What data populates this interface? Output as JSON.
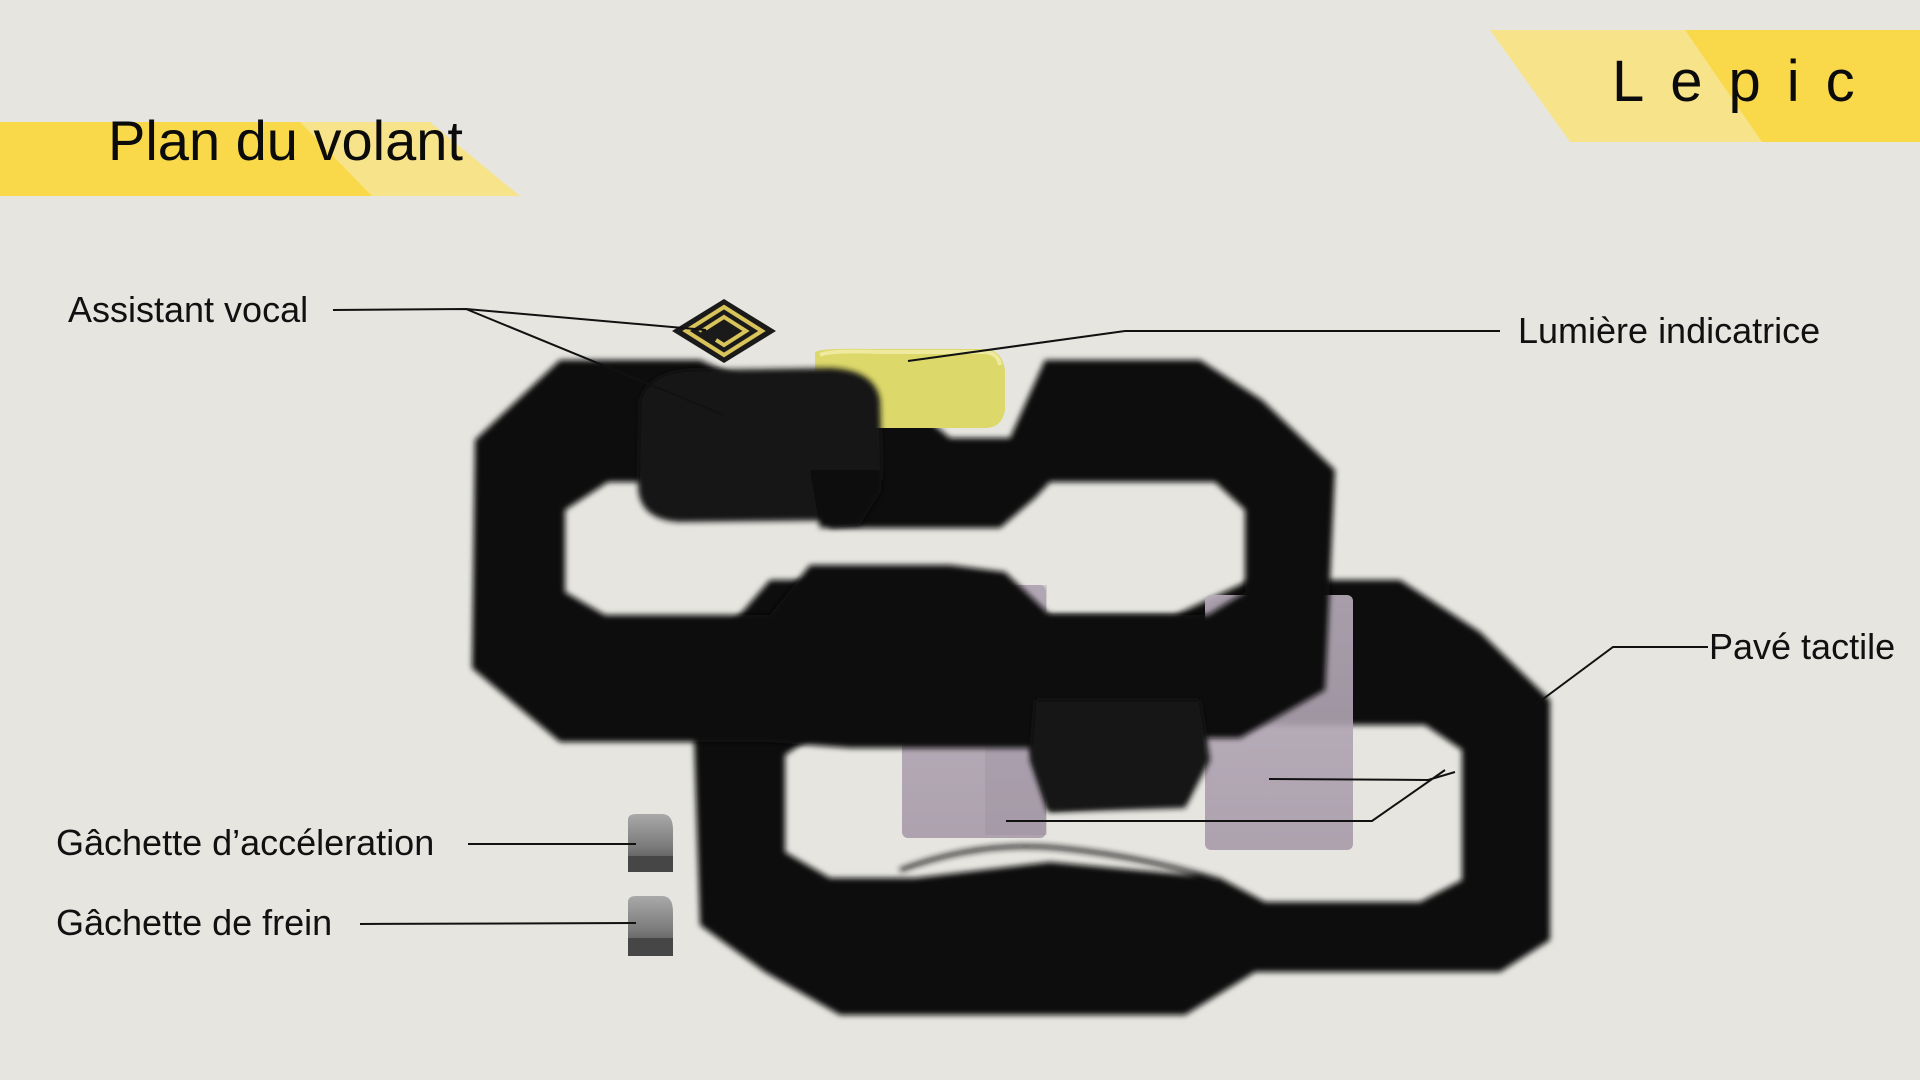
{
  "title": "Plan du volant",
  "brand": "Lepic",
  "colors": {
    "background": "#e6e5e0",
    "accent_yellow": "#f9d94a",
    "accent_yellow_light": "#f7e48a",
    "wheel_black": "#0f0f0f",
    "indicator_light": "#dcd86a",
    "touchpad": "#b0a3b4"
  },
  "icons": {
    "voice_assistant": "diamond-logo-icon"
  },
  "labels": {
    "voice_assistant": "Assistant vocal",
    "indicator_light": "Lumière indicatrice",
    "touchpad": "Pavé tactile",
    "accelerator_trigger": "Gâchette d’accéleration",
    "brake_trigger": "Gâchette de frein"
  }
}
